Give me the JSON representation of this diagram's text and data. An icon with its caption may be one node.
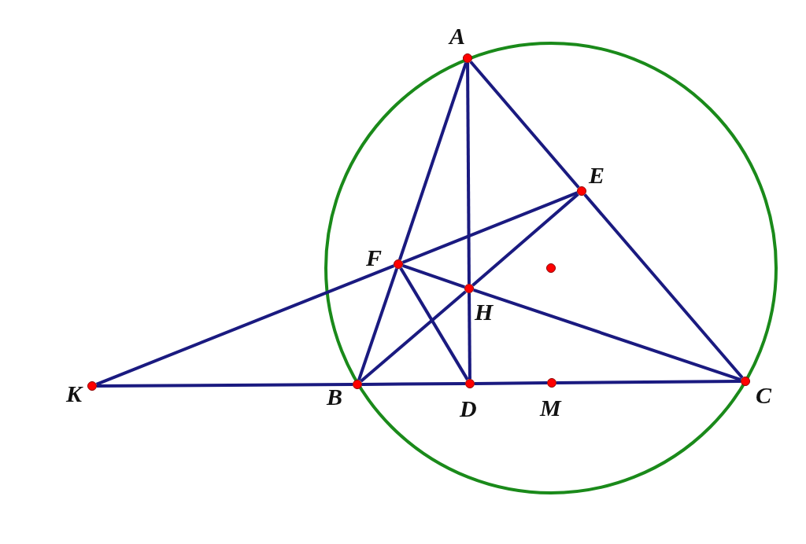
{
  "diagram": {
    "nodes": [
      {
        "text": [
          "A"
        ]
      },
      {
        "text": [
          "E"
        ]
      },
      {
        "text": [
          "F"
        ]
      },
      {
        "text": [
          "H"
        ]
      },
      {
        "text": [
          "K"
        ]
      },
      {
        "text": [
          "B"
        ]
      },
      {
        "text": [
          "D"
        ]
      },
      {
        "text": [
          "M"
        ]
      },
      {
        "text": [
          "C"
        ]
      },
      {
        "text": [],
        "shape": "circle"
      }
    ],
    "edges": [
      {
        "from": 0,
        "to": 2,
        "arrow": "none"
      },
      {
        "from": 2,
        "to": 5,
        "arrow": "none"
      },
      {
        "from": 0,
        "to": 1,
        "arrow": "none"
      },
      {
        "from": 1,
        "to": 8,
        "arrow": "none"
      },
      {
        "from": 0,
        "to": 3,
        "arrow": "none"
      },
      {
        "from": 3,
        "to": 6,
        "arrow": "none"
      },
      {
        "from": 4,
        "to": 2,
        "arrow": "none"
      },
      {
        "from": 2,
        "to": 1,
        "arrow": "none"
      },
      {
        "from": 5,
        "to": 3,
        "arrow": "none"
      },
      {
        "from": 3,
        "to": 1,
        "arrow": "none"
      },
      {
        "from": 2,
        "to": 3,
        "arrow": "none"
      },
      {
        "from": 3,
        "to": 8,
        "arrow": "none"
      },
      {
        "from": 2,
        "to": 6,
        "arrow": "none"
      },
      {
        "from": 4,
        "to": 5,
        "arrow": "none"
      },
      {
        "from": 5,
        "to": 6,
        "arrow": "none"
      },
      {
        "from": 6,
        "to": 7,
        "arrow": "none"
      },
      {
        "from": 7,
        "to": 8,
        "arrow": "none"
      }
    ]
  }
}
